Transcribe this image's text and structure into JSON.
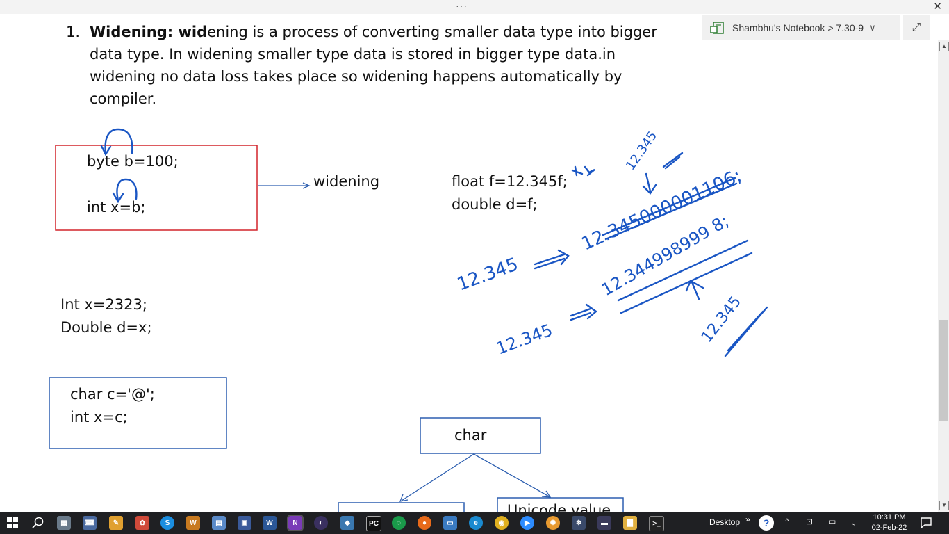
{
  "window": {
    "dots": "···",
    "close": "✕"
  },
  "breadcrumb": {
    "label": "Shambhu's Notebook > 7.30-9",
    "chevron": "∨",
    "expand": "⤢"
  },
  "paragraph": {
    "number": "1.",
    "bold": "Widening: wid",
    "rest": "ening is a process of converting smaller data type into bigger data type. In widening smaller type data is stored in bigger type data.in widening no data loss takes place so widening happens automatically by compiler."
  },
  "box1": {
    "line1": "byte b=100;",
    "line2": "int x=b;"
  },
  "arrow_label": "widening",
  "float_code": {
    "line1": "float f=12.345f;",
    "line2": "double d=f;"
  },
  "int_code": {
    "line1": "Int x=2323;",
    "line2": "Double d=x;"
  },
  "box2": {
    "line1": "char c='@';",
    "line2": "int x=c;"
  },
  "char_box": {
    "label": "char"
  },
  "unicode_box": {
    "label": "Unicode value"
  },
  "handwriting": {
    "h1": "12.345",
    "h2": "12.345000001106;",
    "h3": "12.345",
    "h4": "12.344998999 8;",
    "h5": "12.345",
    "h6": "12.345"
  },
  "colors": {
    "red_box": "#d2232a",
    "blue_box": "#2d5fb0",
    "ink": "#1a56c4",
    "taskbar": "#1f2023"
  },
  "taskbar": {
    "icons": [
      "start-icon",
      "search-icon",
      "calculator-icon",
      "keyboard-icon",
      "notepad-icon",
      "paint-icon",
      "skype-icon",
      "wps-icon",
      "notes-icon",
      "store-icon",
      "word-icon",
      "onenote-icon",
      "eclipse-icon",
      "python-icon",
      "pycharm-icon",
      "circle-icon",
      "firefox-icon",
      "monitor-icon",
      "edge-icon",
      "chrome-icon",
      "zoom-icon",
      "virtualbox-icon",
      "snowflake-icon",
      "terminal-icon",
      "folder-icon",
      "cmd-icon"
    ],
    "desktop_label": "Desktop",
    "chevron": "»",
    "time": "10:31 PM",
    "date": "02-Feb-22"
  }
}
